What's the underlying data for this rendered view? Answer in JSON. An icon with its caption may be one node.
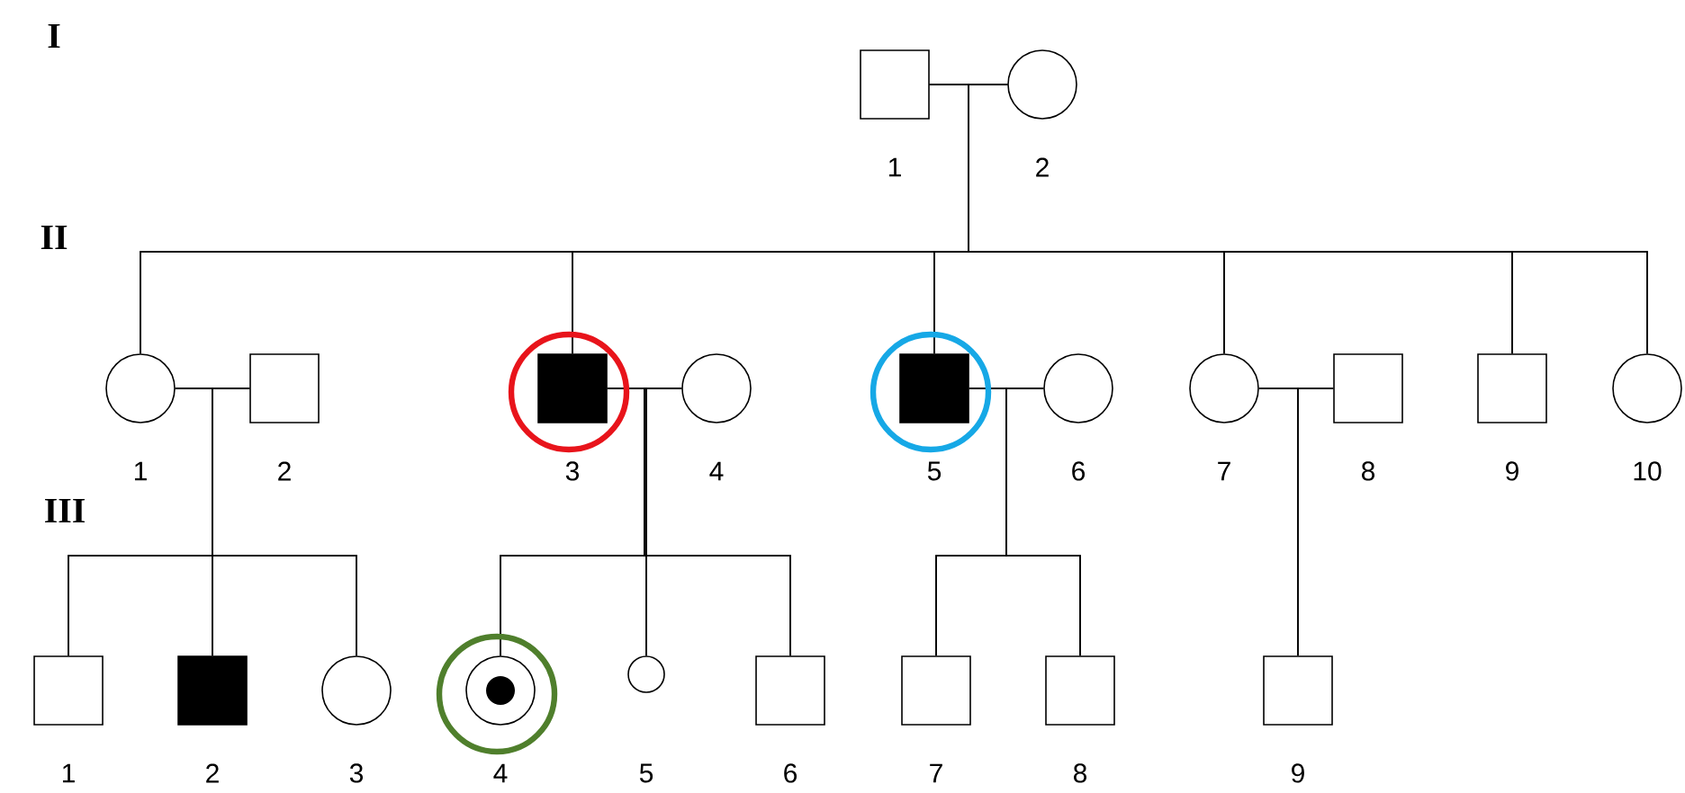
{
  "diagram": {
    "nodes": [
      {
        "text": [],
        "shape": "square",
        "beside": [
          "1"
        ]
      },
      {
        "text": [],
        "shape": "circle",
        "beside": [
          "2"
        ]
      },
      {
        "text": [],
        "shape": "circle",
        "beside": [
          "1"
        ]
      },
      {
        "text": [],
        "shape": "square",
        "beside": [
          "2"
        ]
      },
      {
        "text": [],
        "shape": "ring"
      },
      {
        "text": [],
        "shape": "filled-square",
        "beside": [
          "3"
        ],
        "in": 4
      },
      {
        "text": [],
        "shape": "circle",
        "beside": [
          "4"
        ]
      },
      {
        "text": [],
        "shape": "ring"
      },
      {
        "text": [],
        "shape": "filled-square",
        "beside": [
          "5"
        ],
        "in": 7
      },
      {
        "text": [],
        "shape": "circle",
        "beside": [
          "6"
        ]
      },
      {
        "text": [],
        "shape": "circle",
        "beside": [
          "7"
        ]
      },
      {
        "text": [],
        "shape": "square",
        "beside": [
          "8"
        ]
      },
      {
        "text": [],
        "shape": "square",
        "beside": [
          "9"
        ]
      },
      {
        "text": [],
        "shape": "circle",
        "beside": [
          "10"
        ]
      },
      {
        "text": [],
        "shape": "square",
        "beside": [
          "1"
        ]
      },
      {
        "text": [],
        "shape": "filled-square",
        "beside": [
          "2"
        ]
      },
      {
        "text": [],
        "shape": "circle",
        "beside": [
          "3"
        ]
      },
      {
        "text": [],
        "shape": "ring"
      },
      {
        "text": [],
        "shape": "dot-circle",
        "beside": [
          "4"
        ],
        "in": 17
      },
      {
        "text": [],
        "shape": "small-circle",
        "beside": [
          "5"
        ]
      },
      {
        "text": [],
        "shape": "square",
        "beside": [
          "6"
        ]
      },
      {
        "text": [],
        "shape": "square",
        "beside": [
          "7"
        ]
      },
      {
        "text": [],
        "shape": "square",
        "beside": [
          "8"
        ]
      },
      {
        "text": [],
        "shape": "square",
        "beside": [
          "9"
        ]
      }
    ],
    "edges": [
      {
        "from": 0,
        "to": 1,
        "arrow": "none"
      },
      {
        "from": 0,
        "to": 2,
        "arrow": "none"
      },
      {
        "from": 1,
        "to": 2,
        "arrow": "none"
      },
      {
        "from": 0,
        "to": 5,
        "arrow": "none"
      },
      {
        "from": 1,
        "to": 5,
        "arrow": "none"
      },
      {
        "from": 0,
        "to": 8,
        "arrow": "none"
      },
      {
        "from": 1,
        "to": 8,
        "arrow": "none"
      },
      {
        "from": 0,
        "to": 10,
        "arrow": "none"
      },
      {
        "from": 1,
        "to": 10,
        "arrow": "none"
      },
      {
        "from": 0,
        "to": 12,
        "arrow": "none"
      },
      {
        "from": 1,
        "to": 12,
        "arrow": "none"
      },
      {
        "from": 0,
        "to": 13,
        "arrow": "none"
      },
      {
        "from": 1,
        "to": 13,
        "arrow": "none"
      },
      {
        "from": 2,
        "to": 3,
        "arrow": "none"
      },
      {
        "from": 2,
        "to": 14,
        "arrow": "none"
      },
      {
        "from": 3,
        "to": 14,
        "arrow": "none"
      },
      {
        "from": 2,
        "to": 15,
        "arrow": "none"
      },
      {
        "from": 3,
        "to": 15,
        "arrow": "none"
      },
      {
        "from": 2,
        "to": 16,
        "arrow": "none"
      },
      {
        "from": 3,
        "to": 16,
        "arrow": "none"
      },
      {
        "from": 5,
        "to": 6,
        "arrow": "none"
      },
      {
        "from": 5,
        "to": 18,
        "arrow": "none"
      },
      {
        "from": 6,
        "to": 18,
        "arrow": "none"
      },
      {
        "from": 5,
        "to": 19,
        "arrow": "none"
      },
      {
        "from": 6,
        "to": 19,
        "arrow": "none"
      },
      {
        "from": 5,
        "to": 20,
        "arrow": "none"
      },
      {
        "from": 6,
        "to": 20,
        "arrow": "none"
      },
      {
        "from": 8,
        "to": 9,
        "arrow": "none"
      },
      {
        "from": 8,
        "to": 21,
        "arrow": "none"
      },
      {
        "from": 9,
        "to": 21,
        "arrow": "none"
      },
      {
        "from": 8,
        "to": 22,
        "arrow": "none"
      },
      {
        "from": 9,
        "to": 22,
        "arrow": "none"
      },
      {
        "from": 10,
        "to": 11,
        "arrow": "none"
      },
      {
        "from": 10,
        "to": 23,
        "arrow": "none"
      },
      {
        "from": 11,
        "to": 23,
        "arrow": "none"
      }
    ],
    "labels": [
      "I",
      "II",
      "III"
    ]
  }
}
